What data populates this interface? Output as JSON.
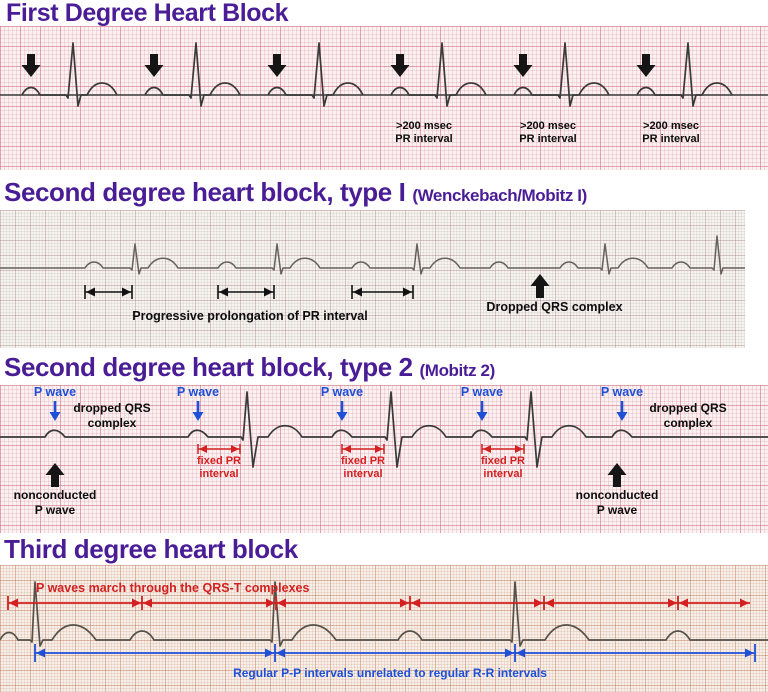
{
  "colors": {
    "title_purple": "#4a1d96",
    "annotation_blue": "#1d4fd7",
    "annotation_red": "#d42020",
    "annotation_black": "#0d0d0d"
  },
  "sections": {
    "first_degree": {
      "title": "First Degree Heart Block",
      "pr_interval_labels": [
        ">200 msec\nPR interval",
        ">200 msec\nPR interval",
        ">200 msec\nPR interval"
      ]
    },
    "second_degree_type1": {
      "title": "Second degree heart block, type I",
      "title_paren": "(Wenckebach/Mobitz I)",
      "progressive_label": "Progressive prolongation of PR interval",
      "dropped_label": "Dropped QRS complex"
    },
    "second_degree_type2": {
      "title": "Second degree heart block, type 2",
      "title_paren": "(Mobitz 2)",
      "p_wave_labels": [
        "P wave",
        "P wave",
        "P wave",
        "P wave",
        "P wave"
      ],
      "dropped_qrs_left": "dropped QRS\ncomplex",
      "dropped_qrs_right": "dropped QRS\ncomplex",
      "fixed_pr_labels": [
        "fixed PR\ninterval",
        "fixed PR\ninterval",
        "fixed PR\ninterval"
      ],
      "nonconducted_left": "nonconducted\nP wave",
      "nonconducted_right": "nonconducted\nP wave"
    },
    "third_degree": {
      "title": "Third degree heart block",
      "p_march_label": "P waves march through the QRS-T complexes",
      "pp_rr_label": "Regular P-P intervals unrelated to regular R-R intervals"
    }
  }
}
